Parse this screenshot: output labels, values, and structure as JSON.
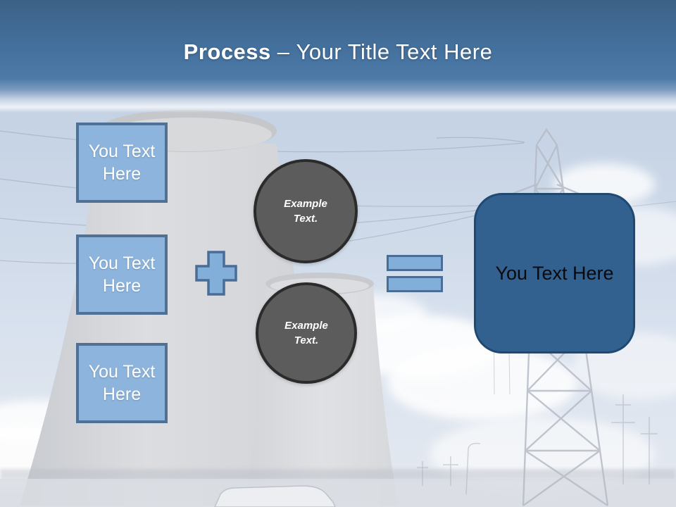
{
  "slide": {
    "title": {
      "highlight": "Process",
      "separator": "–",
      "rest": "Your Title Text Here"
    },
    "input_boxes": [
      {
        "label": "You Text Here"
      },
      {
        "label": "You Text Here"
      },
      {
        "label": "You Text Here"
      }
    ],
    "operators": {
      "plus_icon": "plus-sign",
      "equals_icon": "equals-sign"
    },
    "example_circles": [
      {
        "label": "Example Text."
      },
      {
        "label": "Example Text."
      }
    ],
    "result_box": {
      "label": "You Text Here"
    },
    "colors": {
      "header_top": "#3c6186",
      "header_bottom": "#4e7aa8",
      "title_text": "#ffffff",
      "box_fill": "#8db4dc",
      "box_border": "#4e7195",
      "box_text": "#ffffff",
      "operator_fill": "#82aeda",
      "operator_border": "#4a6d96",
      "circle_fill": "#5c5c5c",
      "circle_border": "#2b2b2b",
      "circle_text": "#ffffff",
      "result_fill": "#32618f",
      "result_border": "#1f4971",
      "result_text": "#0a0a0c"
    }
  }
}
